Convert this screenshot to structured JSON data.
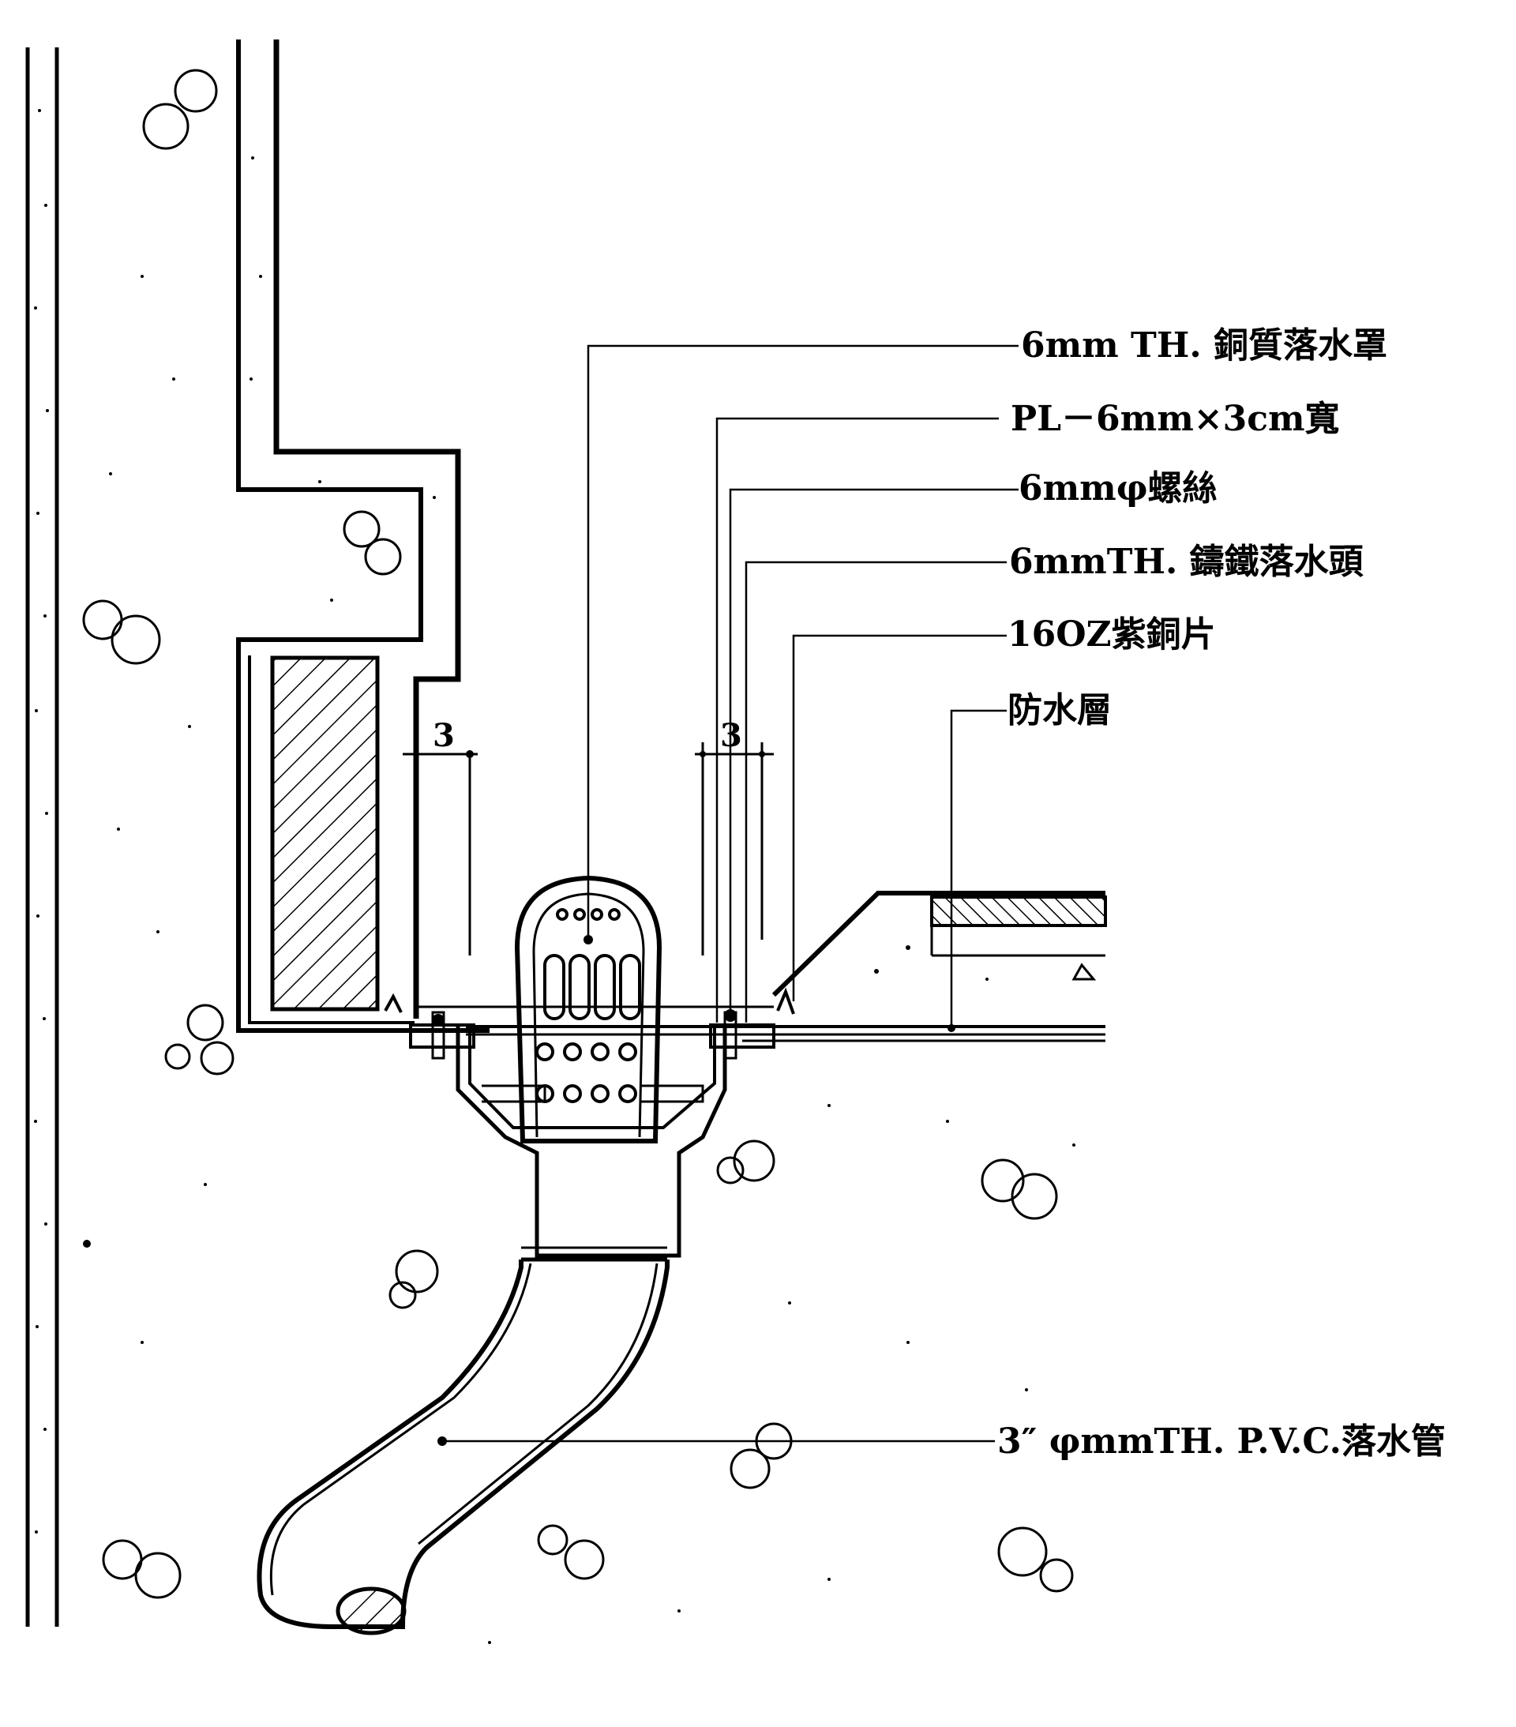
{
  "labels": {
    "copper_strainer": "6mm TH. 銅質落水罩",
    "plate": "PL－6mm×3cm寬",
    "screw": "6mmφ螺絲",
    "cast_iron_head": "6mmTH. 鑄鐵落水頭",
    "copper_sheet": "16OZ紫銅片",
    "waterproof_layer": "防水層",
    "pvc_pipe": "3″ φmmTH. P.V.C.落水管"
  },
  "dimensions": {
    "left_gap": "3",
    "right_gap": "3"
  }
}
